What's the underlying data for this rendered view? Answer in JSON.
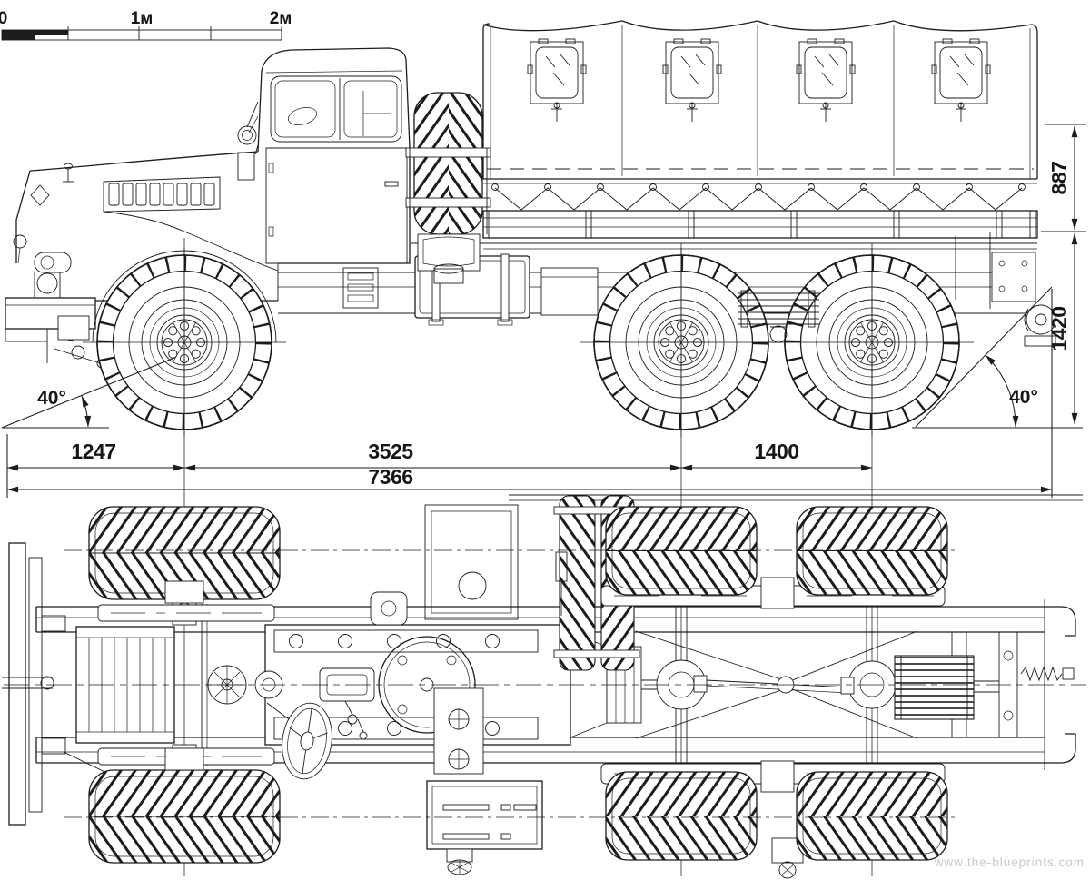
{
  "canvas": {
    "background": "#ffffff",
    "ink": "#1c1c1c",
    "watermark_color": "#c9c9c9"
  },
  "scale_bar": {
    "l0": "0",
    "l1": "1м",
    "l2": "2м"
  },
  "dims": {
    "height_upper": "887",
    "height_lower": "1420",
    "front_overhang": "1247",
    "wheelbase": "3525",
    "bogie_spacing": "1400",
    "overall_length": "7366",
    "angle_front": "40°",
    "angle_rear": "40°"
  },
  "watermark": {
    "text": "www.the-blueprints.com"
  }
}
